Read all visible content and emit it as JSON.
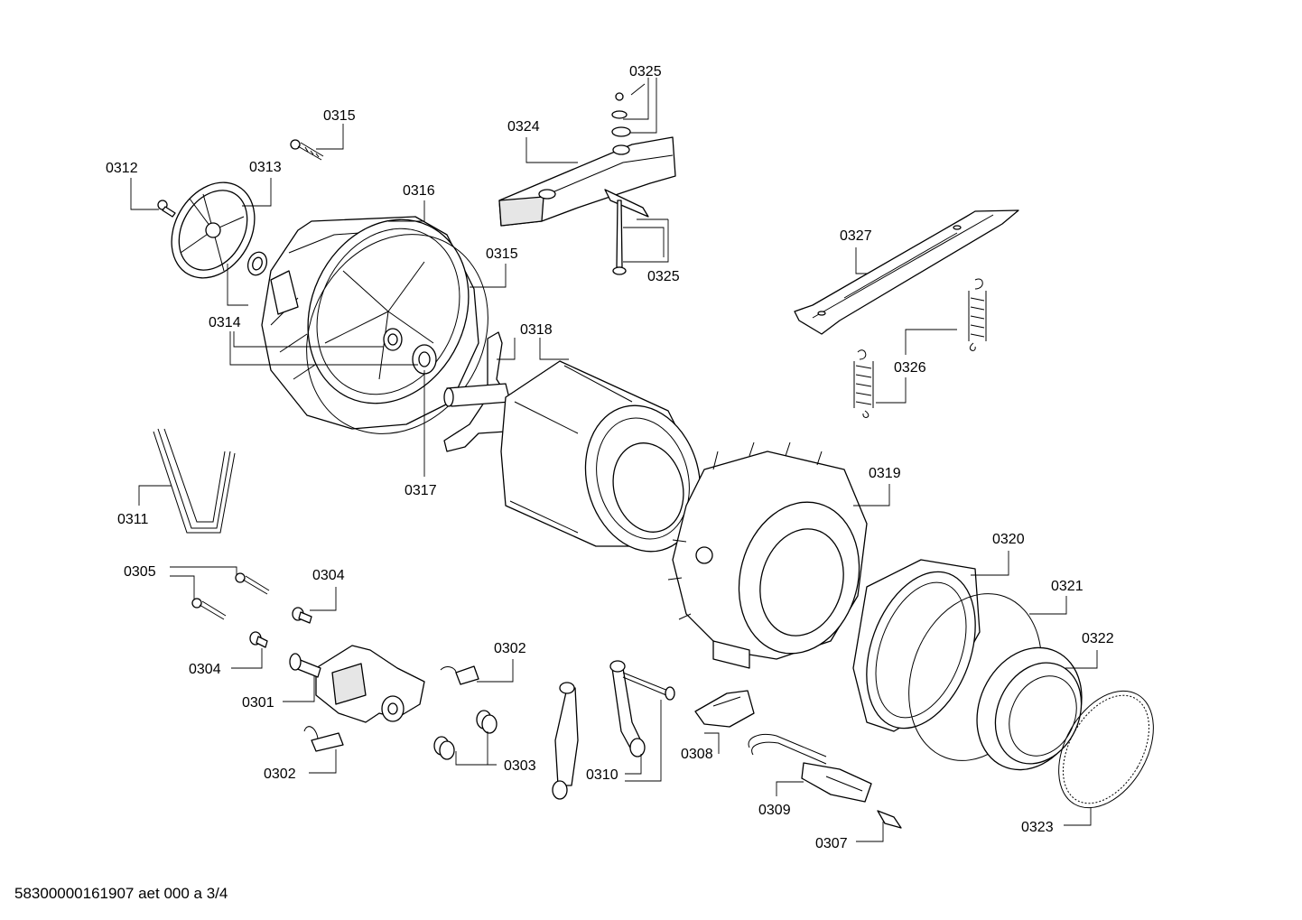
{
  "labels": {
    "l0325a": "0325",
    "l0324": "0324",
    "l0315a": "0315",
    "l0312": "0312",
    "l0313": "0313",
    "l0316": "0316",
    "l0315b": "0315",
    "l0325b": "0325",
    "l0327": "0327",
    "l0314": "0314",
    "l0318": "0318",
    "l0326": "0326",
    "l0317": "0317",
    "l0319": "0319",
    "l0311": "0311",
    "l0320": "0320",
    "l0305": "0305",
    "l0304a": "0304",
    "l0321": "0321",
    "l0302a": "0302",
    "l0322": "0322",
    "l0304b": "0304",
    "l0301": "0301",
    "l0308": "0308",
    "l0302b": "0302",
    "l0303": "0303",
    "l0310": "0310",
    "l0309": "0309",
    "l0323": "0323",
    "l0307": "0307"
  },
  "footer": "58300000161907 aet 000 a 3/4"
}
